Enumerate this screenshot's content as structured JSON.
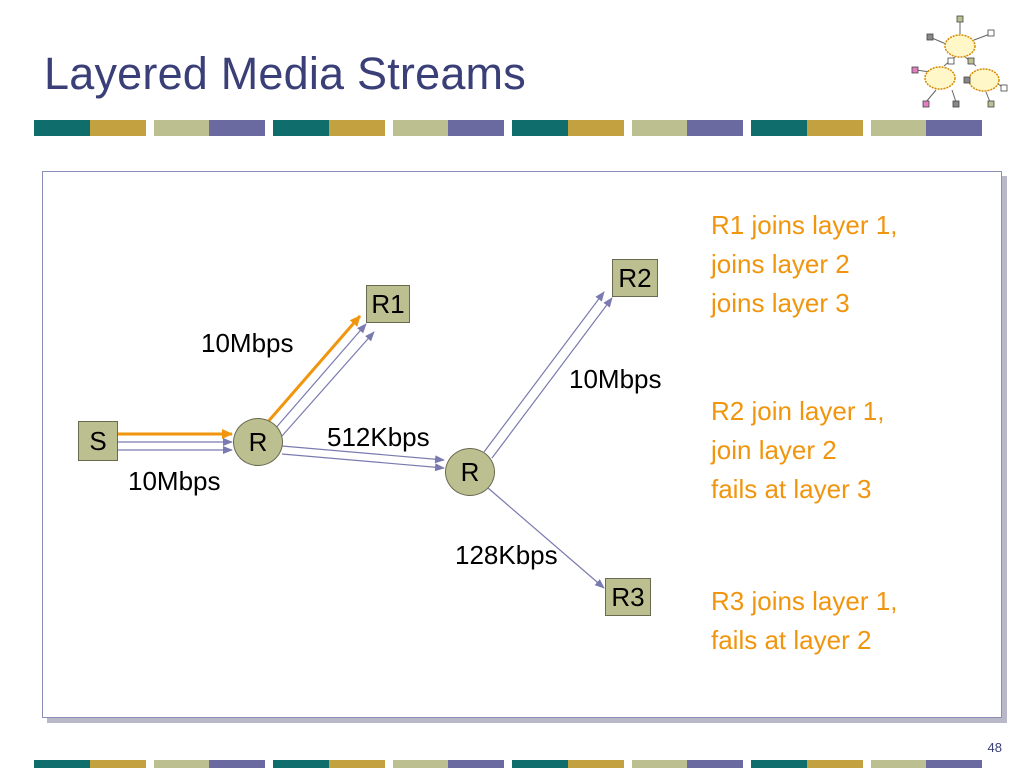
{
  "title": "Layered Media Streams",
  "page_number": "48",
  "colors": {
    "title": "#3a3f78",
    "bar_teal": "#0f6e6b",
    "bar_gold": "#c3a040",
    "bar_sage": "#bcbf8f",
    "bar_slate": "#6a6aa0",
    "orange": "#f0950d",
    "arrow": "#7a7ab0"
  },
  "icons": [
    "network-clouds-logo-icon"
  ],
  "diagram": {
    "nodes": {
      "source": "S",
      "router1": "R",
      "router2": "R",
      "r1": "R1",
      "r2": "R2",
      "r3": "R3"
    },
    "link_labels": {
      "s_to_r": "10Mbps",
      "r_to_r1": "10Mbps",
      "r_to_r": "512Kbps",
      "r_to_r2": "10Mbps",
      "r_to_r3": "128Kbps"
    },
    "notes": {
      "r1": [
        "R1 joins layer 1,",
        "joins layer 2",
        "joins layer 3"
      ],
      "r2": [
        "R2 join layer 1,",
        "join layer 2",
        "fails at layer 3"
      ],
      "r3": [
        "R3 joins layer 1,",
        "fails at layer 2"
      ]
    }
  }
}
